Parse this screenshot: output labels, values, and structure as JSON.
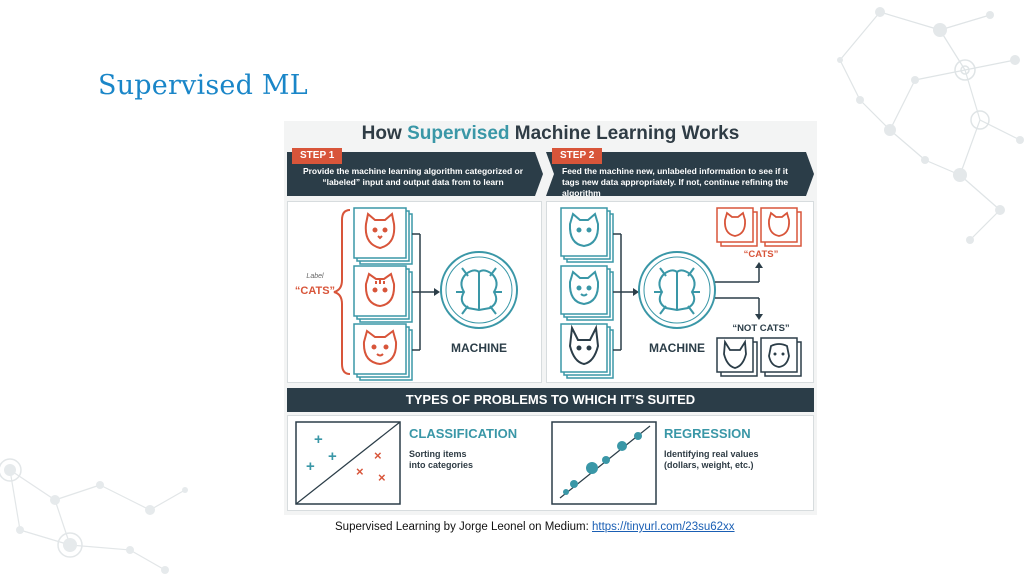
{
  "slide": {
    "title": "Supervised ML",
    "caption_text": "Supervised Learning by Jorge Leonel on Medium: ",
    "caption_link": "https://tinyurl.com/23su62xx"
  },
  "infographic": {
    "title_pre": "How ",
    "title_highlight": "Supervised",
    "title_post": " Machine Learning Works",
    "step1": {
      "tag": "STEP 1",
      "text": "Provide the machine learning algorithm categorized or “labeled” input and output data from to learn"
    },
    "step2": {
      "tag": "STEP 2",
      "text": "Feed the machine new, unlabeled information to see if it tags new data appropriately. If not, continue refining the algorithm"
    },
    "label_small": "Label",
    "label_cats": "“CATS”",
    "machine_label": "MACHINE",
    "out_cats": "“CATS”",
    "out_not_cats": "“NOT CATS”",
    "types_bar": "TYPES OF PROBLEMS TO WHICH IT’S SUITED",
    "classification": {
      "name": "CLASSIFICATION",
      "desc_1": "Sorting items",
      "desc_2": "into categories"
    },
    "regression": {
      "name": "REGRESSION",
      "desc_1": "Identifying real values",
      "desc_2": "(dollars, weight, etc.)"
    }
  },
  "colors": {
    "title_blue": "#1a86c8",
    "teal": "#3a97a7",
    "orange": "#d8553a",
    "navy": "#2b3d48"
  }
}
